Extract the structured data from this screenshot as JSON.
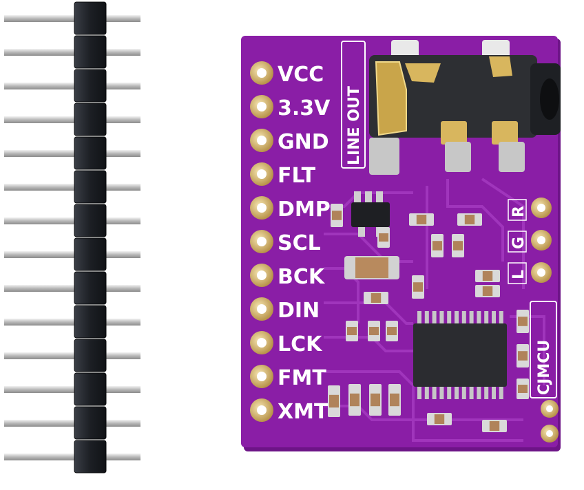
{
  "board": {
    "pins": [
      "VCC",
      "3.3V",
      "GND",
      "FLT",
      "DMP",
      "SCL",
      "BCK",
      "DIN",
      "LCK",
      "FMT",
      "XMT"
    ],
    "jack_label": "LINE OUT",
    "channel_pins": [
      "R",
      "G",
      "L"
    ],
    "brand": "CJMCU"
  },
  "colors": {
    "pcb": "#8a1ea6",
    "pcb_edge": "#6d1487",
    "gold": "#d8b65e",
    "header_plastic": "#1c1f24",
    "header_pin": "#c9c9c9"
  }
}
